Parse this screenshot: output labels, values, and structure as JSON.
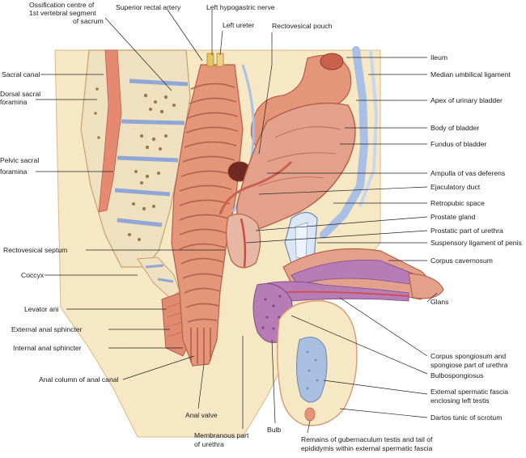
{
  "labels": {
    "ossification_line1": "Ossification centre of",
    "ossification_line2": "1st vertebral segment",
    "ossification_line3": "of sacrum",
    "superior_rectal_artery": "Superior rectal artery",
    "left_hypogastric_nerve": "Left hypogastric nerve",
    "left_ureter": "Left ureter",
    "rectovesical_pouch": "Rectovesical pouch",
    "sacral_canal": "Sacral canal",
    "dorsal_sacral_foramina_line1": "Dorsal sacral",
    "dorsal_sacral_foramina_line2": "foramina",
    "pelvic_sacral_foramina_line1": "Pelvic sacral",
    "pelvic_sacral_foramina_line2": "foramina",
    "rectovesical_septum": "Rectovesical septum",
    "coccyx": "Coccyx",
    "levator_ani": "Levator ani",
    "external_anal_sphincter": "External anal sphincter",
    "internal_anal_sphincter": "Internal anal sphincter",
    "anal_column": "Anal column of anal canal",
    "anal_valve": "Anal valve",
    "membranous_line1": "Membranous part",
    "membranous_line2": "of urethra",
    "bulb": "Bulb",
    "remains_line1": "Remains of gubernaculum testis and tail of",
    "remains_line2": "epididymis within external spermatic fascia",
    "ileum": "Ileum",
    "median_umbilical_ligament": "Median umbilical ligament",
    "apex_urinary_bladder": "Apex of urinary bladder",
    "body_of_bladder": "Body of bladder",
    "fundus_of_bladder": "Fundus of bladder",
    "ampulla_vas_deferens": "Ampulla of vas deferens",
    "ejaculatory_duct": "Ejaculatory duct",
    "retropubic_space": "Retropubic space",
    "prostate_gland": "Prostate gland",
    "prostatic_urethra": "Prostatic part of urethra",
    "suspensory_ligament": "Suspensory ligament of penis",
    "corpus_cavernosum": "Corpus cavernosum",
    "glans": "Glans",
    "corpus_spongiosum_line1": "Corpus spongiosum and",
    "corpus_spongiosum_line2": "spongiose part of urethra",
    "bulbospongiosus": "Bulbospongiosus",
    "external_spermatic_line1": "External spermatic fascia",
    "external_spermatic_line2": "enclosing left testis",
    "dartos_tunic": "Dartos tunic of scrotum"
  },
  "colors": {
    "bone": "#efe0bf",
    "bone_dot": "#9a7a48",
    "disc": "#b8c8e8",
    "fat": "#f6e8c4",
    "muscle": "#e08a70",
    "bowel_wall": "#e59678",
    "bowel_inner": "#cf6f5a",
    "peritoneum_blue": "#a9bfe6",
    "bladder": "#e3a18c",
    "erectile_purple": "#b77bb6",
    "erectile_dots": "#7a4c8a",
    "prostate": "#e6b7a5",
    "urethra": "#d04a3f",
    "pubic_symphysis": "#dbe6f5",
    "testis": "#a9bfe0"
  }
}
